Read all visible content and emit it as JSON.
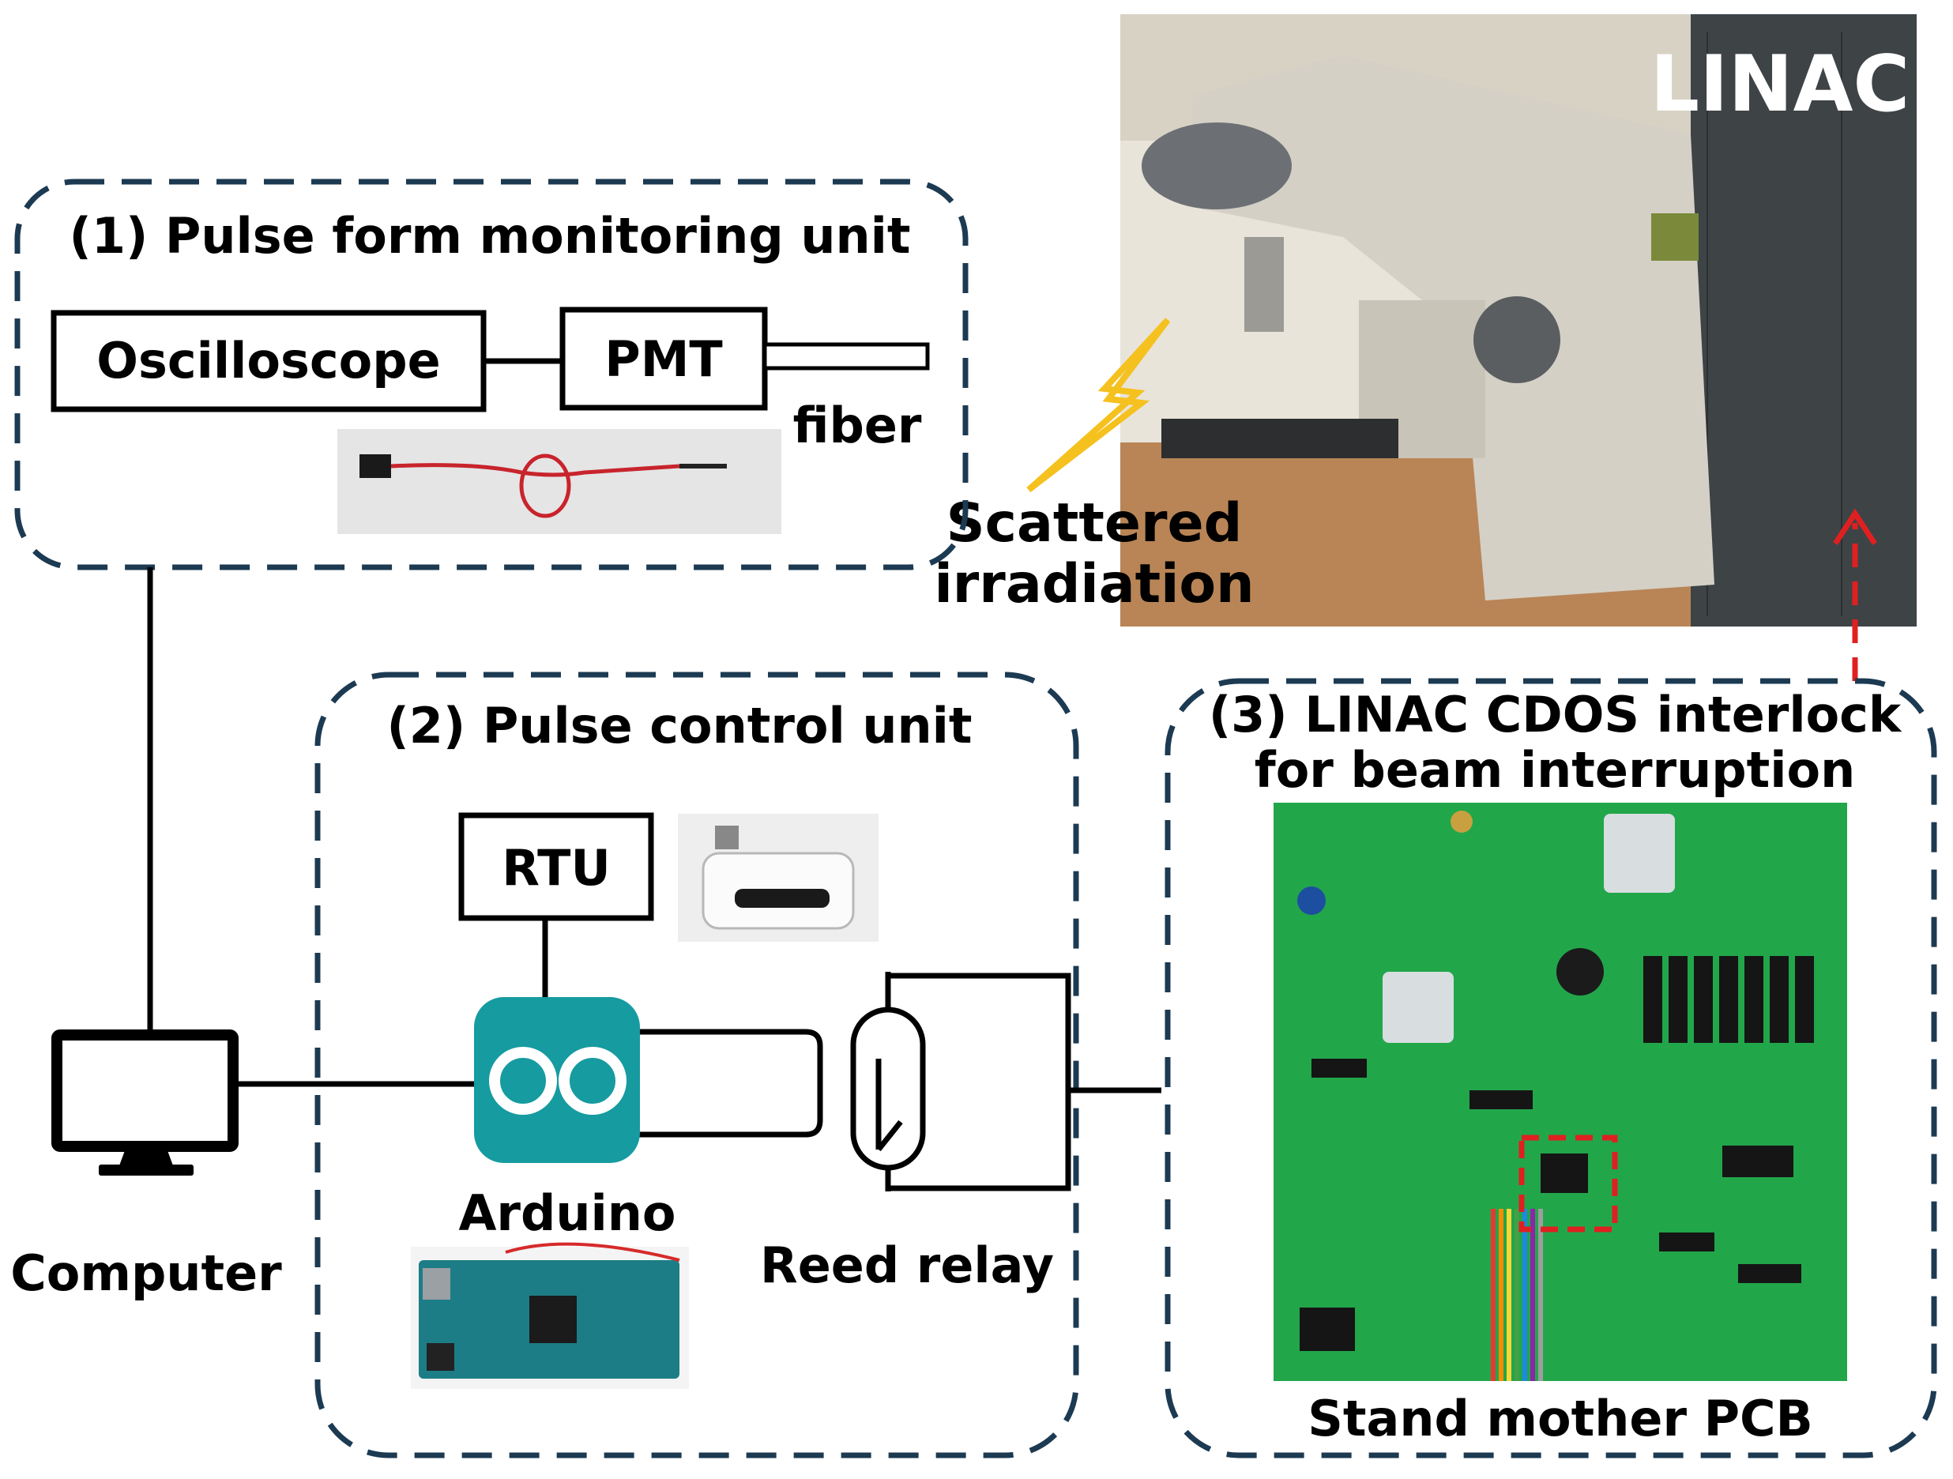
{
  "unit1": {
    "title": "(1) Pulse form monitoring unit",
    "oscilloscope": "Oscilloscope",
    "pmt": "PMT",
    "fiber": "fiber"
  },
  "unit2": {
    "title": "(2) Pulse control unit",
    "rtu": "RTU",
    "arduino": "Arduino",
    "reed_relay": "Reed relay"
  },
  "unit3": {
    "title_line1": "(3) LINAC CDOS interlock",
    "title_line2": "for beam interruption",
    "pcb_caption": "Stand mother PCB"
  },
  "computer": {
    "label": "Computer"
  },
  "linac": {
    "label": "LINAC",
    "scatter_line1": "Scattered",
    "scatter_line2": "irradiation"
  },
  "colors": {
    "dash_border": "#1c3a52",
    "lightning": "#f5c11e",
    "arrow": "#e02020",
    "pcb_green": "#22a64a",
    "arduino_teal": "#169ba0"
  }
}
